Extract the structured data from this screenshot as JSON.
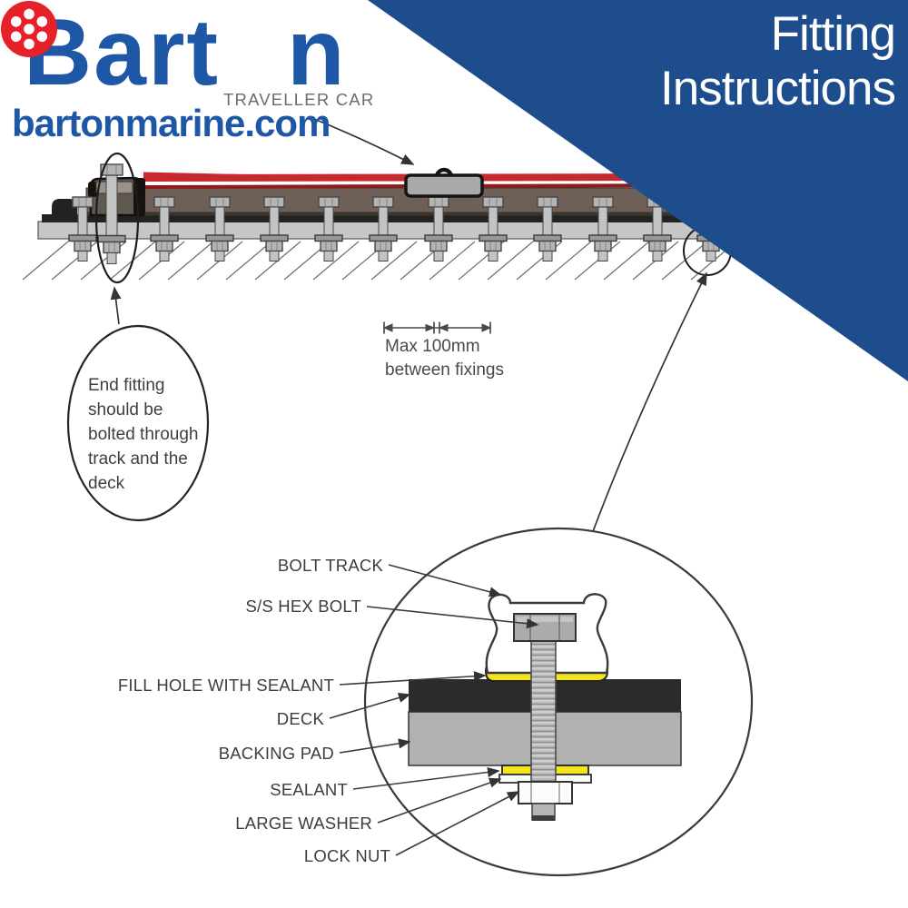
{
  "logo": {
    "brand_prefix": "Bart",
    "brand_suffix": "n",
    "brand_blue": "#1d57a6",
    "sheave_red": "#e62129",
    "product_label": "TRAVELLER CAR",
    "website": "bartonmarine.com"
  },
  "banner": {
    "line1": "Fitting",
    "line2": "Instructions",
    "background": "#1d4d8c",
    "text_color": "#ffffff"
  },
  "track_diagram": {
    "dimension_note_line1": "Max 100mm",
    "dimension_note_line2": "between fixings",
    "callout_lines": [
      "End fitting",
      "should be",
      "bolted through",
      "track and the",
      "deck"
    ],
    "rope_color": "#c72a2e",
    "rope_dark_color": "#8f1b1f",
    "track_color": "#6e6057",
    "deck_color": "#c6c6c6"
  },
  "detail_view": {
    "labels": {
      "bolt_track": "BOLT TRACK",
      "hex_bolt": "S/S HEX BOLT",
      "fill_hole": "FILL HOLE WITH SEALANT",
      "deck": "DECK",
      "backing_pad": "BACKING PAD",
      "sealant": "SEALANT",
      "large_washer": "LARGE WASHER",
      "lock_nut": "LOCK NUT"
    },
    "sealant_color": "#f3e51b"
  }
}
